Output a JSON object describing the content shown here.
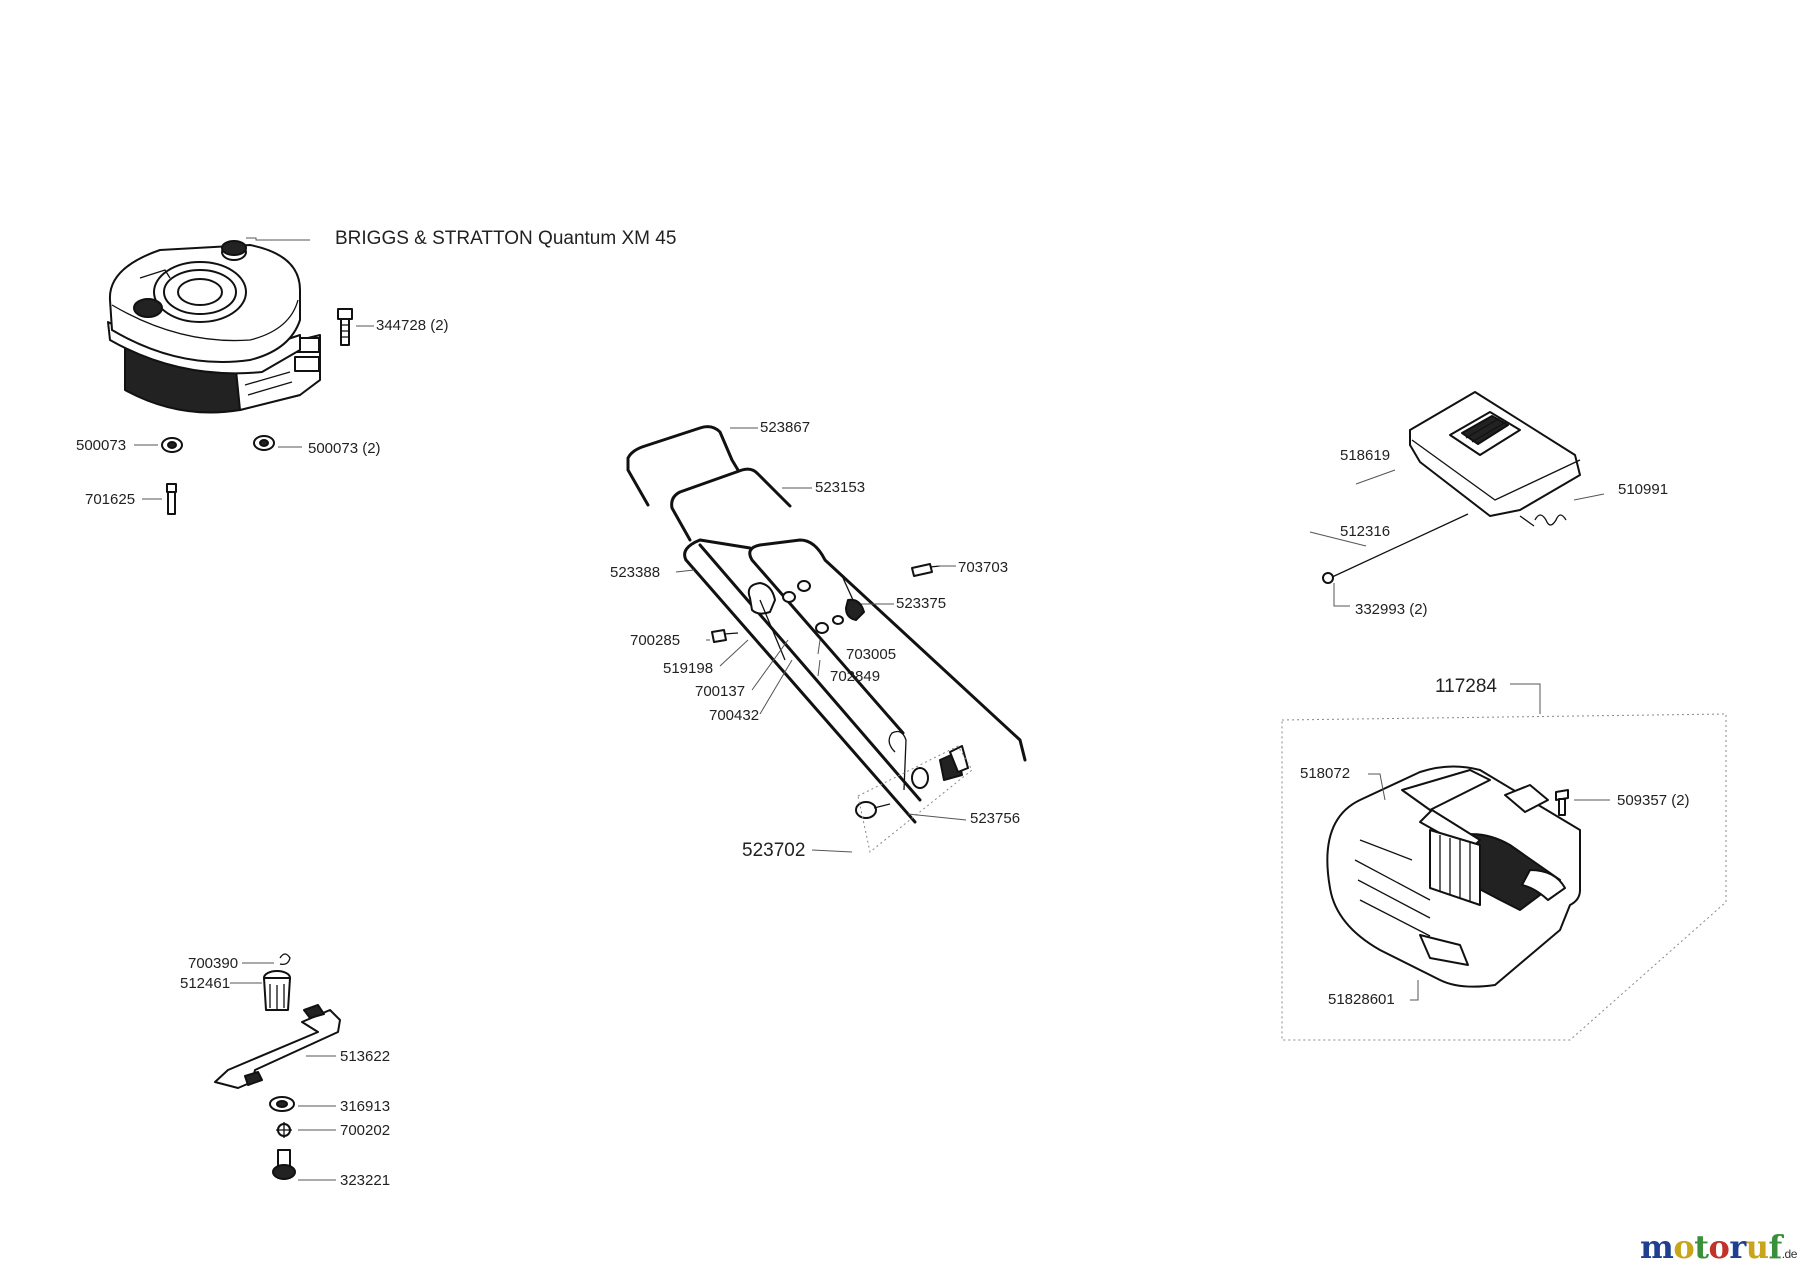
{
  "title": "BRIGGS & STRATTON Quantum XM 45",
  "brand": {
    "name_letters": [
      {
        "ch": "m",
        "color": "#1f3f8f"
      },
      {
        "ch": "o",
        "color": "#c8a51a"
      },
      {
        "ch": "t",
        "color": "#3a8f3a"
      },
      {
        "ch": "o",
        "color": "#c0322a"
      },
      {
        "ch": "r",
        "color": "#1f3f8f"
      },
      {
        "ch": "u",
        "color": "#c8a51a"
      },
      {
        "ch": "f",
        "color": "#3a8f3a"
      }
    ],
    "suffix": ".de"
  },
  "labels": {
    "p344728": "344728 (2)",
    "p500073a": "500073",
    "p500073b": "500073 (2)",
    "p701625": "701625",
    "p523867": "523867",
    "p523153": "523153",
    "p523388": "523388",
    "p703703": "703703",
    "p523375": "523375",
    "p700285": "700285",
    "p519198": "519198",
    "p700137": "700137",
    "p700432": "700432",
    "p703005": "703005",
    "p702849": "702849",
    "p523756": "523756",
    "p523702": "523702",
    "p518619": "518619",
    "p510991": "510991",
    "p512316": "512316",
    "p332993": "332993 (2)",
    "p117284": "117284",
    "p518072": "518072",
    "p509357": "509357 (2)",
    "p51828601": "51828601",
    "p700390": "700390",
    "p512461": "512461",
    "p513622": "513622",
    "p316913": "316913",
    "p700202": "700202",
    "p323221": "323221"
  }
}
